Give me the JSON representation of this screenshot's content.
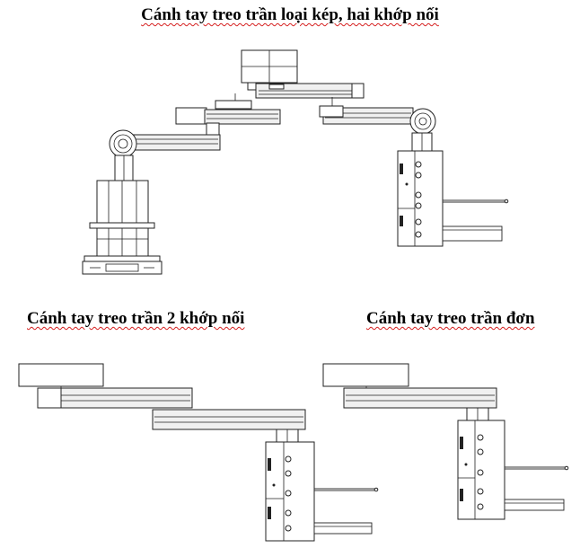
{
  "titles": {
    "double_arm": "Cánh tay treo trần loại kép, hai khớp nối",
    "two_joint_arm": "Cánh tay treo trần 2 khớp nối",
    "single_arm": "Cánh tay treo trần đơn"
  }
}
